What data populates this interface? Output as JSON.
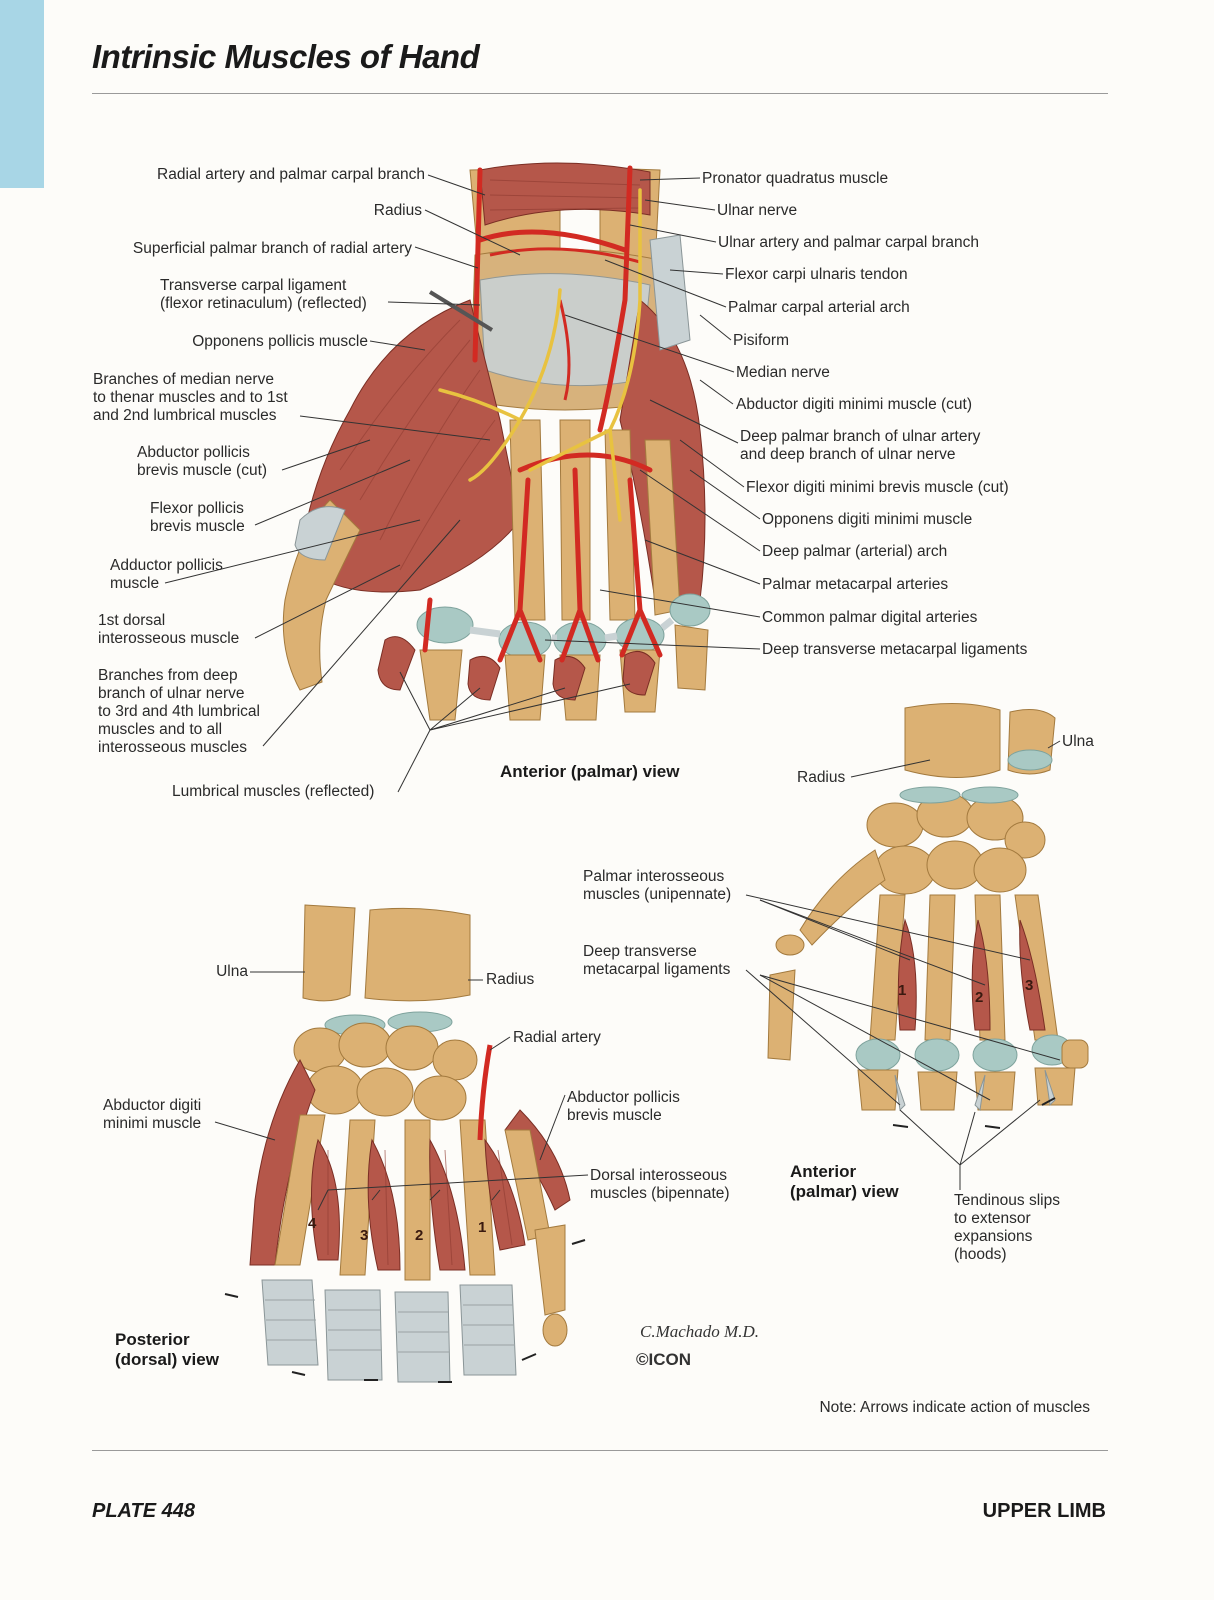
{
  "title": "Intrinsic Muscles of Hand",
  "views": {
    "palmar_top": "Anterior (palmar) view",
    "palmar_right": "Anterior\n(palmar) view",
    "dorsal": "Posterior\n(dorsal) view"
  },
  "labels_top_left": [
    "Radial artery and palmar carpal branch",
    "Radius",
    "Superficial palmar branch of radial artery",
    "Transverse carpal ligament\n(flexor retinaculum) (reflected)",
    "Opponens pollicis muscle",
    "Branches of median nerve\nto thenar muscles and to 1st\nand 2nd lumbrical muscles",
    "Abductor pollicis\nbrevis muscle (cut)",
    "Flexor pollicis\nbrevis muscle",
    "Adductor pollicis\nmuscle",
    "1st dorsal\ninterosseous muscle",
    "Branches from deep\nbranch of ulnar nerve\nto 3rd and 4th lumbrical\nmuscles and to all\ninterosseous muscles",
    "Lumbrical muscles (reflected)"
  ],
  "labels_top_right": [
    "Pronator quadratus muscle",
    "Ulnar nerve",
    "Ulnar artery and palmar carpal branch",
    "Flexor carpi ulnaris tendon",
    "Palmar carpal arterial arch",
    "Pisiform",
    "Median nerve",
    "Abductor digiti minimi muscle (cut)",
    "Deep palmar branch of ulnar artery\nand deep branch of ulnar nerve",
    "Flexor digiti minimi brevis muscle (cut)",
    "Opponens digiti minimi muscle",
    "Deep palmar (arterial) arch",
    "Palmar metacarpal arteries",
    "Common palmar digital arteries",
    "Deep transverse metacarpal ligaments"
  ],
  "labels_palmar_right": {
    "ulna": "Ulna",
    "radius": "Radius",
    "palmar_interosseous": "Palmar interosseous\nmuscles (unipennate)",
    "deep_transverse": "Deep transverse\nmetacarpal ligaments",
    "tendinous_slips": "Tendinous slips\nto extensor\nexpansions\n(hoods)"
  },
  "labels_dorsal": {
    "ulna": "Ulna",
    "radius": "Radius",
    "radial_artery": "Radial artery",
    "abductor_digiti_minimi": "Abductor digiti\nminimi muscle",
    "abductor_pollicis_brevis": "Abductor pollicis\nbrevis muscle",
    "dorsal_interosseous": "Dorsal interosseous\nmuscles (bipennate)"
  },
  "muscle_numbers_palmar": [
    "1",
    "2",
    "3"
  ],
  "muscle_numbers_dorsal": [
    "4",
    "3",
    "2",
    "1"
  ],
  "note": "Note: Arrows indicate action of muscles",
  "signature": "C.Machado M.D.",
  "logo": "©ICON",
  "footer": {
    "plate": "PLATE 448",
    "section": "UPPER LIMB"
  },
  "colors": {
    "bone": "#dcb173",
    "bone_shade": "#b88a4a",
    "muscle": "#b5574a",
    "muscle_dark": "#8e3a30",
    "artery": "#d22a22",
    "nerve": "#e8c240",
    "ligament": "#c9d2d4",
    "cartilage": "#a9c9c4",
    "tab": "#a8d6e6"
  }
}
